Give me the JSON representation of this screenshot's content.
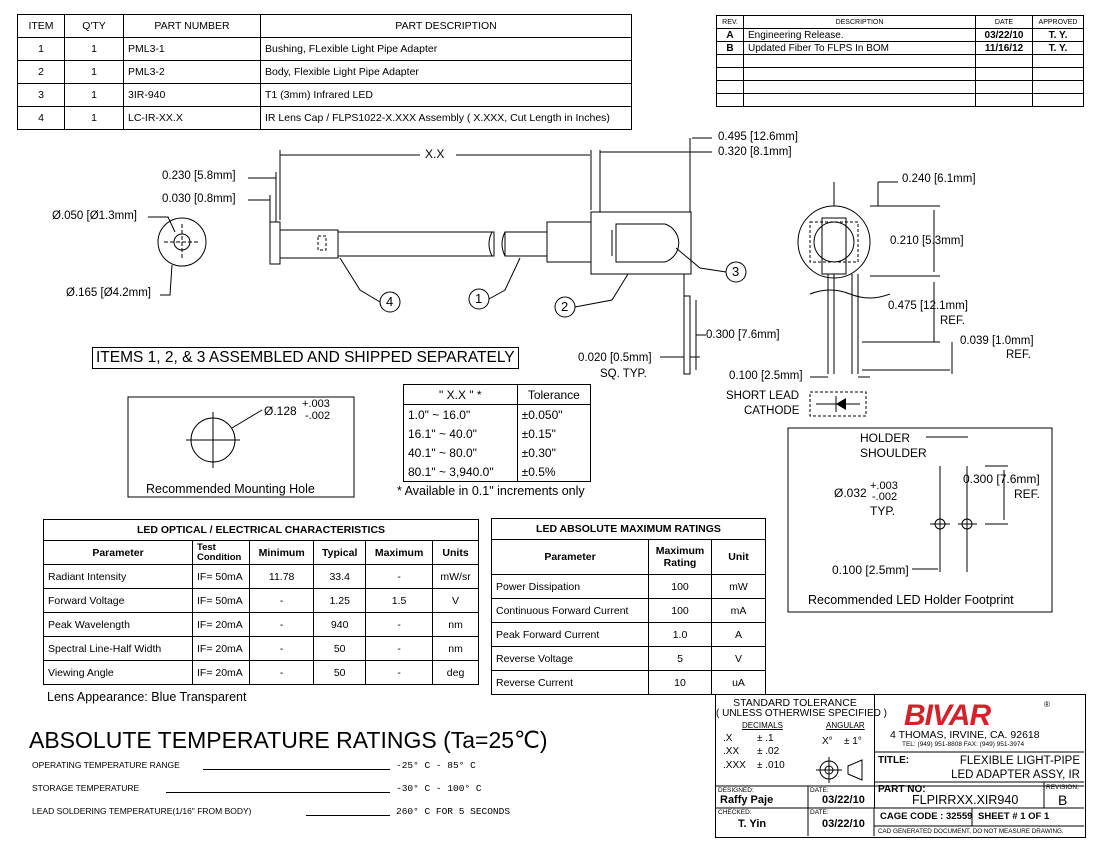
{
  "bom": {
    "headers": [
      "ITEM",
      "Q'TY",
      "PART NUMBER",
      "PART DESCRIPTION"
    ],
    "rows": [
      [
        "1",
        "1",
        "PML3-1",
        "Bushing, FLexible Light Pipe Adapter"
      ],
      [
        "2",
        "1",
        "PML3-2",
        "Body, Flexible Light Pipe Adapter"
      ],
      [
        "3",
        "1",
        "3IR-940",
        "T1 (3mm) Infrared LED"
      ],
      [
        "4",
        "1",
        "LC-IR-XX.X",
        "IR Lens Cap / FLPS1022-X.XXX Assembly ( X.XXX, Cut Length in Inches)"
      ]
    ]
  },
  "revisions": {
    "headers": [
      "REV.",
      "DESCRIPTION",
      "DATE",
      "APPROVED"
    ],
    "rows": [
      [
        "A",
        "Engineering Release.",
        "03/22/10",
        "T. Y."
      ],
      [
        "B",
        "Updated Fiber To FLPS In BOM",
        "11/16/12",
        "T. Y."
      ]
    ]
  },
  "drawing": {
    "dim_xx": "X.X",
    "dim_0230": "0.230 [5.8mm]",
    "dim_0030": "0.030 [0.8mm]",
    "dim_050": "Ø.050 [Ø1.3mm]",
    "dim_165": "Ø.165 [Ø4.2mm]",
    "dim_0495": "0.495 [12.6mm]",
    "dim_0320": "0.320 [8.1mm]",
    "dim_0240": "0.240 [6.1mm]",
    "dim_0210": "0.210 [5.3mm]",
    "dim_0475": "0.475 [12.1mm]",
    "ref": "REF.",
    "dim_0039": "0.039 [1.0mm]",
    "dim_0300": "0.300 [7.6mm]",
    "dim_0020": "0.020 [0.5mm]",
    "sq_typ": "SQ. TYP.",
    "dim_0100": "0.100 [2.5mm]",
    "short_lead": "SHORT LEAD",
    "cathode": "CATHODE",
    "balloons": [
      "1",
      "2",
      "3",
      "4"
    ],
    "assembled_note": "ITEMS 1, 2, & 3  ASSEMBLED AND SHIPPED SEPARATELY"
  },
  "mounting_hole": {
    "dia_main": "Ø.128",
    "tol_plus": "+.003",
    "tol_minus": "-.002",
    "caption": "Recommended Mounting Hole"
  },
  "tolerance_table": {
    "headers": [
      "\" X.X \" *",
      "Tolerance"
    ],
    "rows": [
      [
        "1.0\" ~ 16.0\"",
        "±0.050\""
      ],
      [
        "16.1\" ~ 40.0\"",
        "±0.15\""
      ],
      [
        "40.1\" ~ 80.0\"",
        "±0.30\""
      ],
      [
        "80.1\" ~ 3,940.0\"",
        "±0.5%"
      ]
    ],
    "note": "* Available in 0.1\" increments only"
  },
  "footprint": {
    "holder": "HOLDER",
    "shoulder": "SHOULDER",
    "dia": "Ø.032",
    "tol_plus": "+.003",
    "tol_minus": "-.002",
    "typ": "TYP.",
    "dim_0300": "0.300 [7.6mm]",
    "ref": "REF.",
    "dim_0100": "0.100 [2.5mm]",
    "caption": "Recommended LED Holder Footprint"
  },
  "optical": {
    "title": "LED OPTICAL / ELECTRICAL CHARACTERISTICS",
    "headers": [
      "Parameter",
      "Test Condition",
      "Minimum",
      "Typical",
      "Maximum",
      "Units"
    ],
    "rows": [
      [
        "Radiant Intensity",
        "IF= 50mA",
        "11.78",
        "33.4",
        "-",
        "mW/sr"
      ],
      [
        "Forward Voltage",
        "IF= 50mA",
        "-",
        "1.25",
        "1.5",
        "V"
      ],
      [
        "Peak Wavelength",
        "IF= 20mA",
        "-",
        "940",
        "-",
        "nm"
      ],
      [
        "Spectral Line-Half Width",
        "IF= 20mA",
        "-",
        "50",
        "-",
        "nm"
      ],
      [
        "Viewing Angle",
        "IF= 20mA",
        "-",
        "50",
        "-",
        "deg"
      ]
    ],
    "lens": "Lens Appearance: Blue Transparent"
  },
  "maximum": {
    "title": "LED ABSOLUTE MAXIMUM RATINGS",
    "headers": [
      "Parameter",
      "Maximum Rating",
      "Unit"
    ],
    "rows": [
      [
        "Power Dissipation",
        "100",
        "mW"
      ],
      [
        "Continuous Forward Current",
        "100",
        "mA"
      ],
      [
        "Peak Forward Current",
        "1.0",
        "A"
      ],
      [
        "Reverse Voltage",
        "5",
        "V"
      ],
      [
        "Reverse Current",
        "10",
        "uA"
      ]
    ]
  },
  "temperature": {
    "title": "ABSOLUTE TEMPERATURE RATINGS (Ta=25℃)",
    "rows": [
      [
        "OPERATING TEMPERATURE RANGE",
        "-25° C  -  85° C"
      ],
      [
        "STORAGE TEMPERATURE",
        "-30° C  -  100° C"
      ],
      [
        "LEAD SOLDERING TEMPERATURE(1/16\" FROM BODY)",
        "260° C  FOR  5  SECONDS"
      ]
    ]
  },
  "title_block": {
    "std_tol": "STANDARD TOLERANCE",
    "unless": "( UNLESS OTHERWISE SPECIFIED )",
    "decimals": "DECIMALS",
    "angular": "ANGULAR",
    "x": ".X",
    "x_tol": "± .1",
    "xx": ".XX",
    "xx_tol": "± .02",
    "xxx": ".XXX",
    "xxx_tol": "± .010",
    "ang": "X°",
    "ang_tol": "± 1°",
    "logo": "BIVAR",
    "address": "4  THOMAS, IRVINE, CA. 92618",
    "phone": "TEL: (949) 951-8808     FAX: (949) 951-3974",
    "title_label": "TITLE:",
    "title_1": "FLEXIBLE LIGHT-PIPE",
    "title_2": "LED ADAPTER ASSY, IR",
    "designed_label": "DESIGNED:",
    "designed": "Raffy Paje",
    "date_label": "DATE:",
    "designed_date": "03/22/10",
    "part_label": "PART NO:",
    "part_no": "FLPIRRXX.XIR940",
    "revision_label": "REVISION:",
    "revision": "B",
    "checked_label": "CHECKED:",
    "checked": "T. Yin",
    "checked_date": "03/22/10",
    "cage_code": "CAGE CODE :  32559",
    "sheet": "SHEET #  1  OF  1",
    "cad_note": "CAD GENERATED DOCUMENT, DO NOT MEASURE DRAWING."
  }
}
